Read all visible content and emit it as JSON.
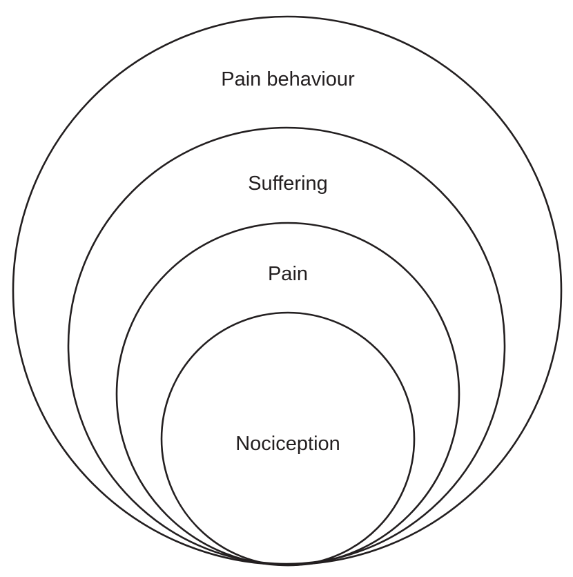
{
  "diagram": {
    "type": "nested-circles",
    "layers": [
      {
        "id": "pain-behaviour",
        "label": "Pain behaviour"
      },
      {
        "id": "suffering",
        "label": "Suffering"
      },
      {
        "id": "pain",
        "label": "Pain"
      },
      {
        "id": "nociception",
        "label": "Nociception"
      }
    ],
    "colors": {
      "stroke": "#231f20",
      "text": "#231f20",
      "background": "#ffffff"
    }
  }
}
